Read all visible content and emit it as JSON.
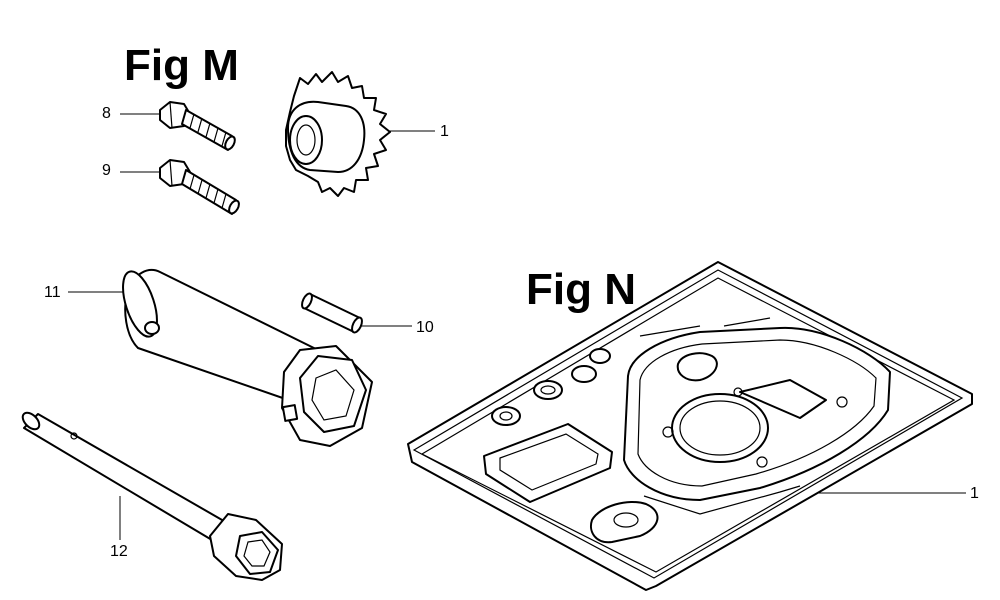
{
  "figures": {
    "fig_m": {
      "title": "Fig M"
    },
    "fig_n": {
      "title": "Fig N"
    }
  },
  "callouts": {
    "m_gear": "1",
    "m_bolt_a": "8",
    "m_bolt_b": "9",
    "m_plug_wrench": "11",
    "m_pin": "10",
    "m_handle_bar": "12",
    "n_gasket_set": "1"
  },
  "icons": {
    "gear": "gear-icon",
    "bolt": "bolt-icon",
    "plug_wrench": "plug-wrench-icon",
    "pin": "pin-icon",
    "handle_bar": "handle-bar-icon",
    "gasket_set": "gasket-set-icon"
  }
}
